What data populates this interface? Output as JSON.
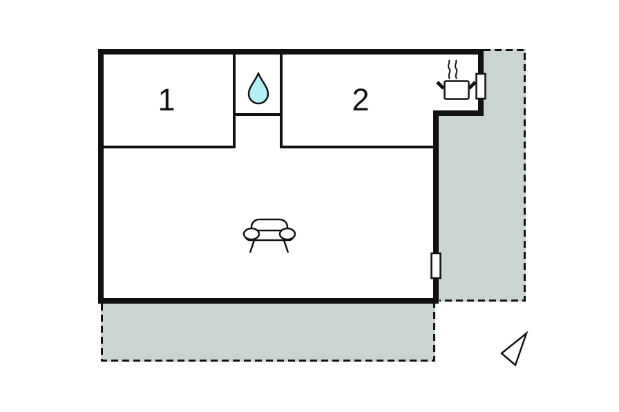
{
  "plan": {
    "title": "holiday-home-floor-plan",
    "rooms": [
      {
        "label": "1",
        "name": "room-1"
      },
      {
        "label": "2",
        "name": "room-2"
      }
    ],
    "features": {
      "bathroom_icon": "water-drop-icon",
      "kitchen_icon": "cooking-pot-icon",
      "living_room_icon": "sofa-icon",
      "orientation_icon": "direction-arrow-icon",
      "door_markers": 2,
      "terraces": 2
    }
  },
  "colors": {
    "wall": "#111111",
    "terrace_fill": "#c9d4d3",
    "water_drop_fill": "#b5eff3",
    "door_fill": "#ffffff",
    "background": "#ffffff"
  }
}
